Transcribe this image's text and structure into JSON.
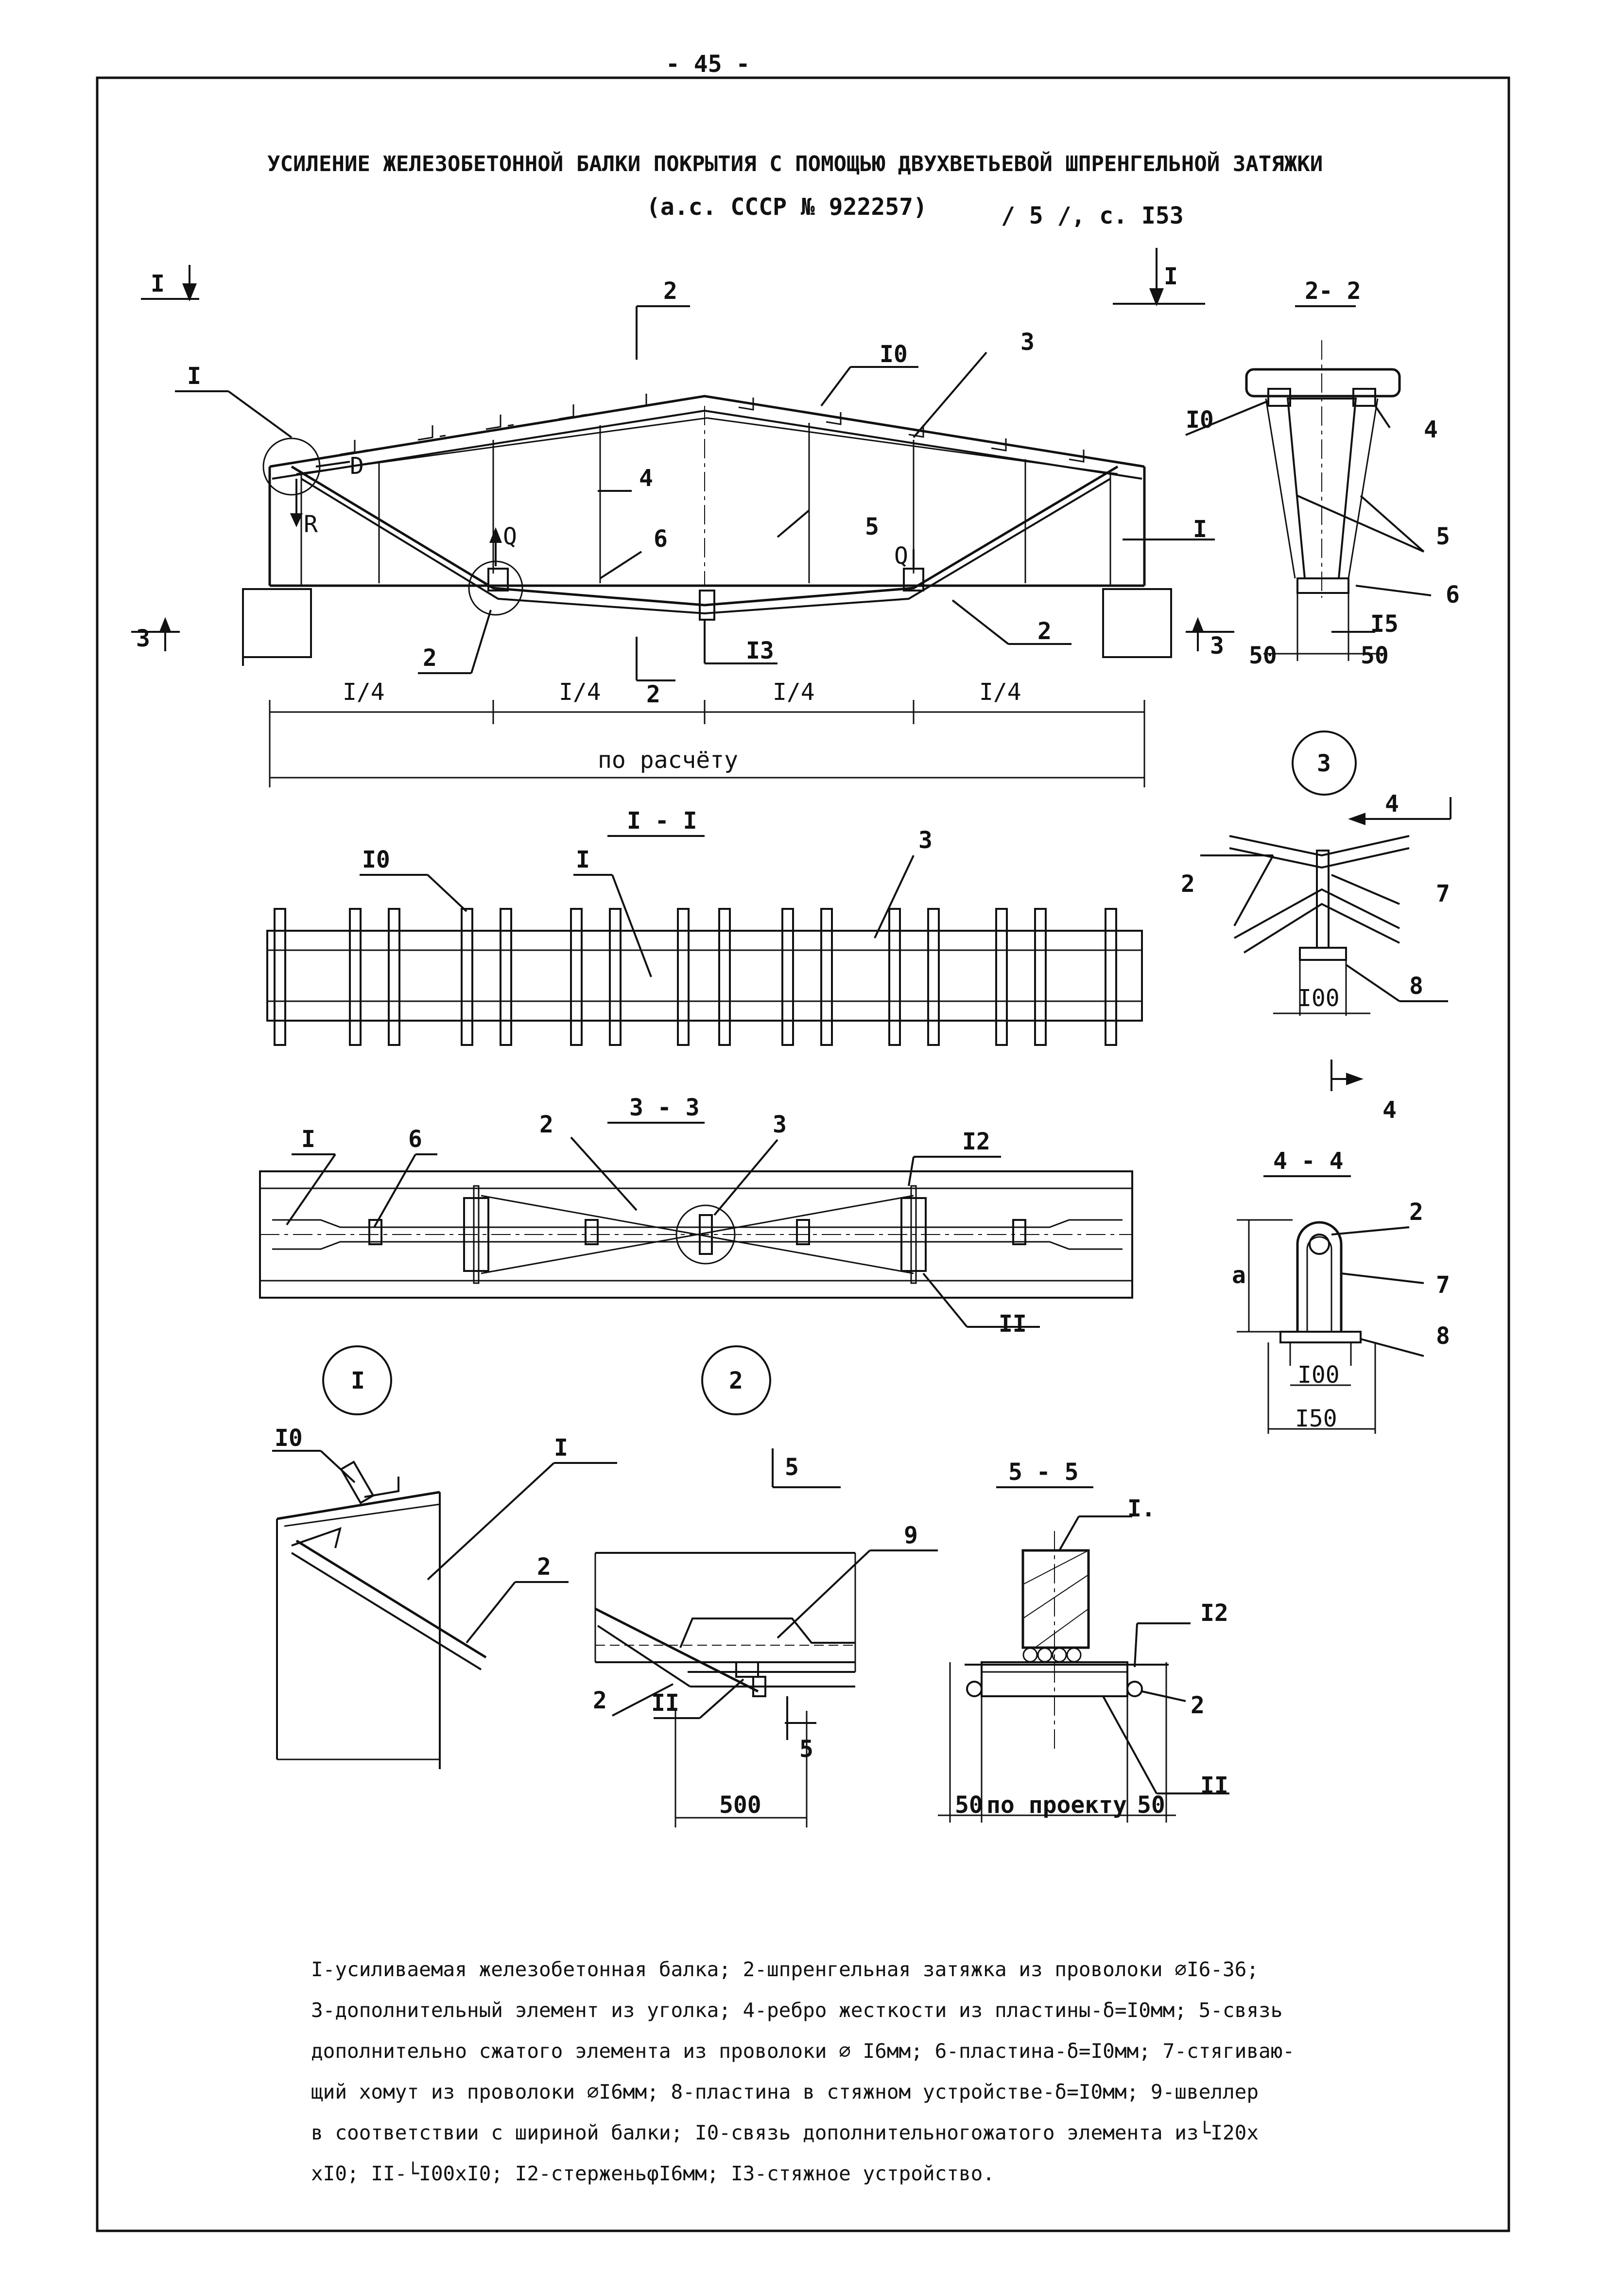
{
  "page_number": "- 45 -",
  "title": {
    "line1": "УСИЛЕНИЕ ЖЕЛЕЗОБЕТОННОЙ БАЛКИ ПОКРЫТИЯ С ПОМОЩЬЮ ДВУХВЕТЬЕВОЙ ШПРЕНГЕЛЬНОЙ ЗАТЯЖКИ",
    "line2": "(а.с. СССР № 922257)",
    "reference": "/ 5 /, с. I53"
  },
  "main_elevation": {
    "cut_I": "I",
    "cut_2": "2",
    "cut_3": "3",
    "force_labels": [
      "Q",
      "Q",
      "R",
      "D"
    ],
    "callouts": [
      "I",
      "I0",
      "3",
      "4",
      "5",
      "6",
      "I",
      "2",
      "2",
      "I3"
    ],
    "spans": [
      "I/4",
      "I/4",
      "I/4",
      "I/4"
    ],
    "overall_dimension": "по расчёту"
  },
  "section_2_2": {
    "title": "2- 2",
    "callouts": [
      "I0",
      "4",
      "5",
      "6",
      "I5"
    ],
    "dims": [
      "50",
      "50"
    ]
  },
  "section_I_I": {
    "title": "I - I",
    "callouts": [
      "I0",
      "I",
      "3"
    ]
  },
  "detail_3": {
    "marker": "3",
    "cut": "4",
    "callouts": [
      "2",
      "7",
      "8"
    ],
    "dims": [
      "I00"
    ]
  },
  "section_3_3": {
    "title": "3 - 3",
    "callouts": [
      "I",
      "6",
      "2",
      "3",
      "I2",
      "II"
    ]
  },
  "section_4_4": {
    "title": "4 - 4",
    "callouts": [
      "2",
      "7",
      "8"
    ],
    "dims": [
      "a",
      "I00",
      "I50"
    ]
  },
  "detail_I": {
    "marker": "I",
    "callouts": [
      "I0",
      "I",
      "2"
    ]
  },
  "detail_2": {
    "marker": "2",
    "cut": "5",
    "callouts": [
      "9",
      "2",
      "II",
      "5"
    ],
    "dims": [
      "500"
    ]
  },
  "section_5_5": {
    "title": "5 - 5",
    "callouts": [
      "I.",
      "I2",
      "2",
      "II"
    ],
    "dims": [
      "50",
      "по проекту",
      "50"
    ]
  },
  "legend": [
    "I-усиливаемая железобетонная балка; 2-шпренгельная затяжка из проволоки ⌀I6-36;",
    "3-дополнительный элемент из уголка; 4-ребро жесткости из пластины-δ=I0мм; 5-связь",
    "дополнительно сжатого элемента из проволоки ⌀ I6мм; 6-пластина-δ=I0мм; 7-стягиваю-",
    "щий хомут из проволоки ⌀I6мм; 8-пластина в стяжном устройстве-δ=I0мм; 9-швеллер",
    "в соответствии с шириной балки; I0-связь дополнительногожатого элемента из└I20x",
    "xI0; II-└I00xI0; I2-стерженьφI6мм; I3-стяжное устройство."
  ]
}
